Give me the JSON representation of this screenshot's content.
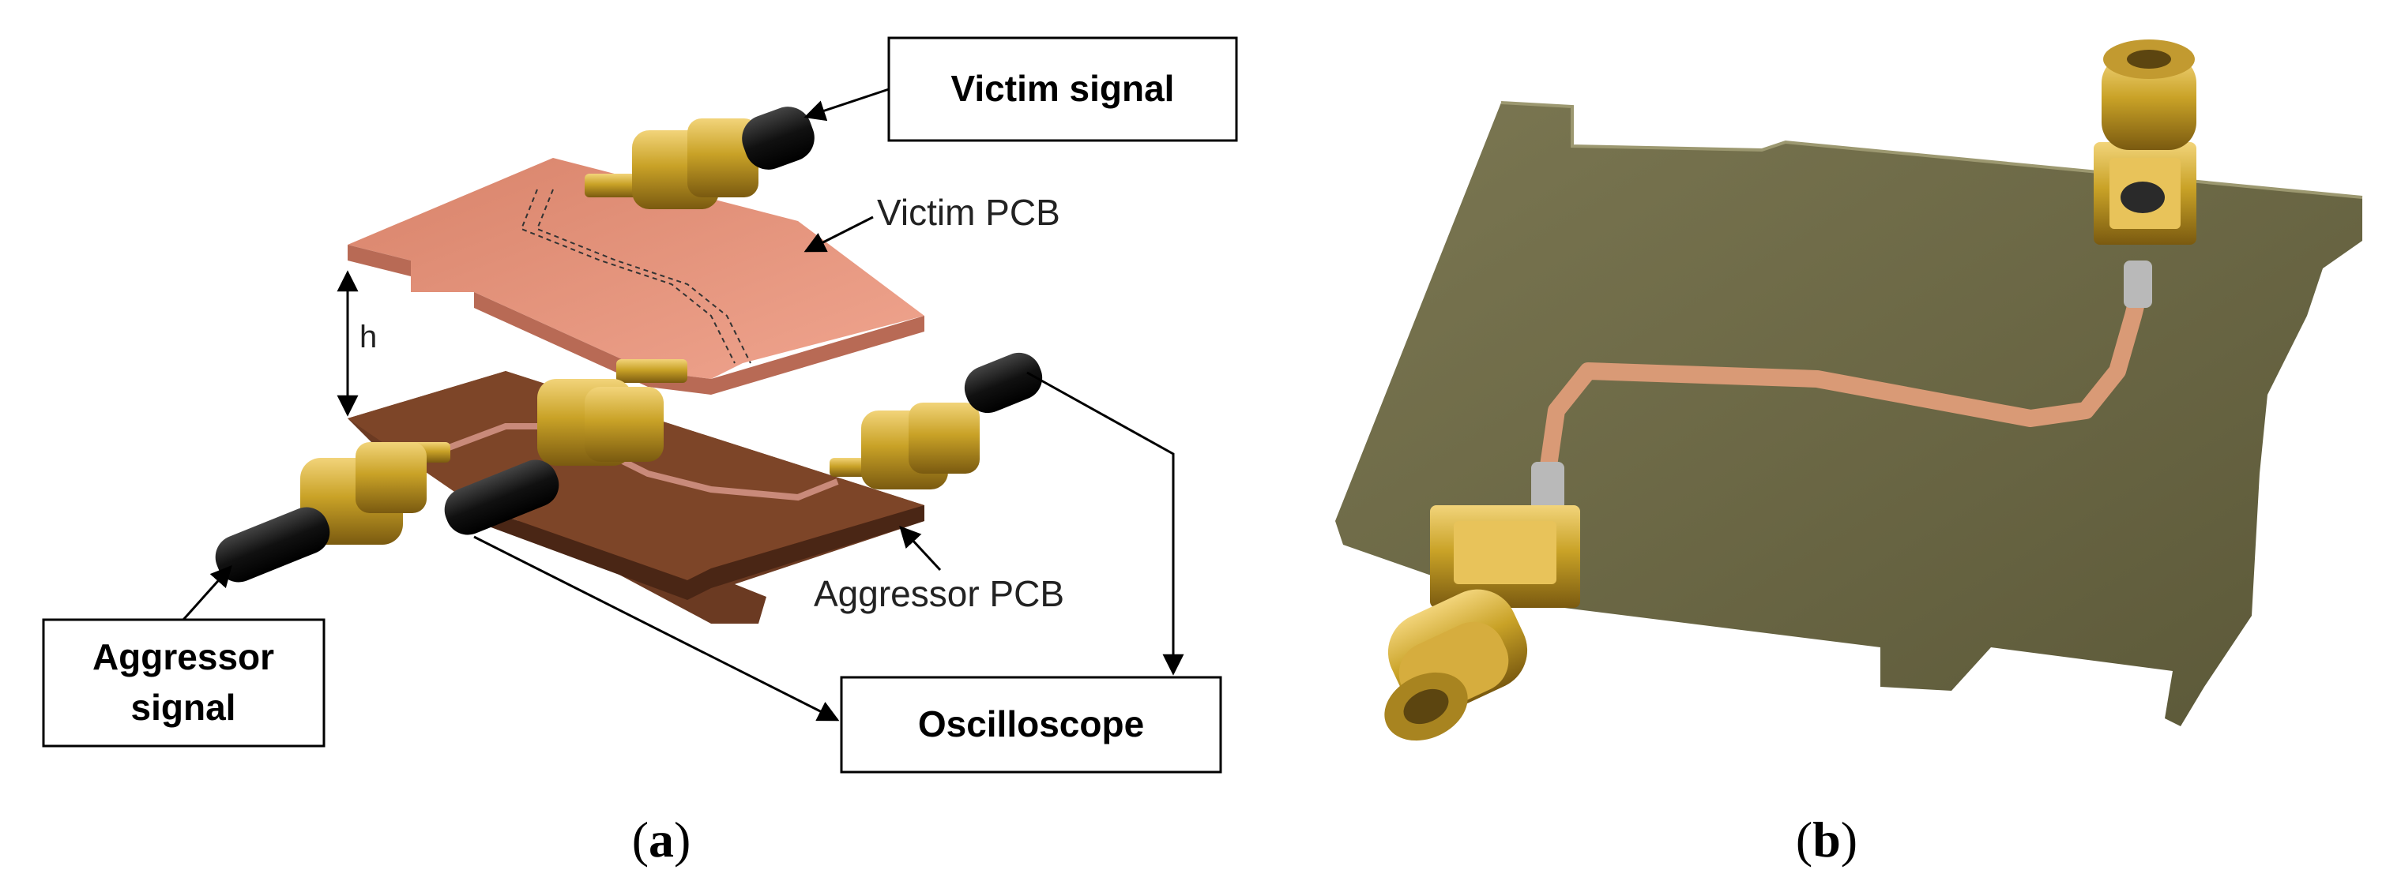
{
  "panel_a": {
    "labels": {
      "victim_signal": "Victim signal",
      "victim_pcb": "Victim PCB",
      "height": "h",
      "aggressor_signal_line1": "Aggressor",
      "aggressor_signal_line2": "signal",
      "aggressor_pcb": "Aggressor PCB",
      "oscilloscope": "Oscilloscope"
    },
    "colors": {
      "victim_pcb": "#e7957c",
      "aggressor_pcb": "#6b3a22",
      "connector_gold": "#c9a227",
      "cable": "#111111",
      "trace": "#c98a7a"
    }
  },
  "panel_b": {
    "colors": {
      "fr4_board": "#6e6a48",
      "copper_trace": "#d99a76",
      "connector_gold": "#cfa63a",
      "background": "#ffffff"
    }
  },
  "captions": {
    "a": {
      "open": "(",
      "letter": "a",
      "close": ")"
    },
    "b": {
      "open": "(",
      "letter": "b",
      "close": ")"
    }
  }
}
